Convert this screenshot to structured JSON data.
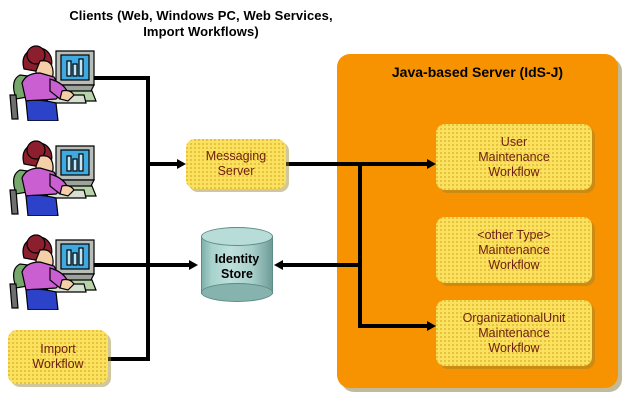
{
  "diagram": {
    "clients_label": "Clients (Web, Windows PC, Web Services, Import Workflows)",
    "server": {
      "title": "Java-based Server (IdS-J)",
      "color": "#f79300",
      "workflows": [
        {
          "name": "user-maintenance-workflow",
          "label": "User\nMaintenance\nWorkflow"
        },
        {
          "name": "other-type-maintenance-workflow",
          "label": "<other Type>\nMaintenance\nWorkflow"
        },
        {
          "name": "organizationalunit-maintenance-workflow",
          "label": "OrganizationalUnit\nMaintenance\nWorkflow"
        }
      ],
      "workflow_color": "#fae15e",
      "workflow_text_color": "#6d1f10"
    },
    "messaging_server": {
      "label": "Messaging\nServer",
      "color": "#fae15e"
    },
    "import_workflow": {
      "label": "Import\nWorkflow",
      "color": "#fae15e"
    },
    "identity_store": {
      "label": "Identity\nStore",
      "color": "#b8ddd8"
    },
    "clients": [
      {
        "name": "client-workstation-1",
        "alt": "person-at-computer-icon"
      },
      {
        "name": "client-workstation-2",
        "alt": "person-at-computer-icon"
      },
      {
        "name": "client-workstation-3",
        "alt": "person-at-computer-icon"
      }
    ],
    "connectors": [
      {
        "from": "client-workstation-1",
        "to": "messaging-server",
        "direction": "right"
      },
      {
        "from": "client-workstation-3",
        "to": "identity-store",
        "direction": "right"
      },
      {
        "from": "import-workflow",
        "to": "identity-store",
        "direction": "right"
      },
      {
        "from": "messaging-server",
        "to": "user-maintenance-workflow",
        "direction": "right"
      },
      {
        "from": "messaging-server",
        "to": "organizationalunit-maintenance-workflow",
        "direction": "right"
      },
      {
        "from": "server-bus",
        "to": "identity-store",
        "direction": "left"
      }
    ]
  }
}
